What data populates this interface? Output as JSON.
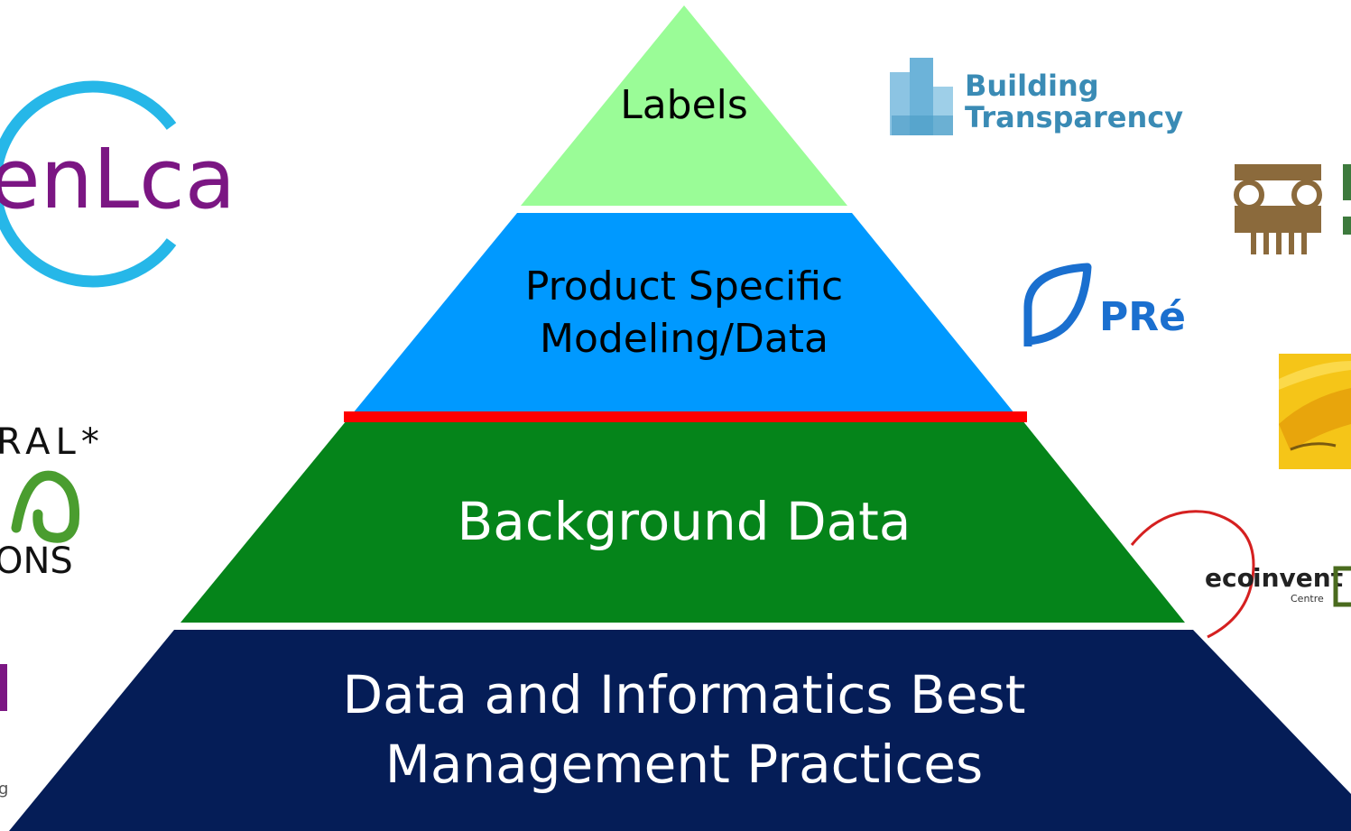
{
  "pyramid": {
    "tiers": [
      {
        "lines": [
          "Labels"
        ],
        "fill": "#9afc97",
        "text_color": "#000000"
      },
      {
        "lines": [
          "Product Specific",
          "Modeling/Data"
        ],
        "fill": "#0099ff",
        "text_color": "#000000"
      },
      {
        "lines": [
          "Background Data"
        ],
        "fill": "#05841a",
        "text_color": "#ffffff"
      },
      {
        "lines": [
          "Data and Informatics Best",
          "Management Practices"
        ],
        "fill": "#051d57",
        "text_color": "#ffffff"
      }
    ],
    "divider_color": "#ff0000"
  },
  "logos": {
    "openlca": {
      "text": "enLca",
      "text_color": "#7b1683",
      "ring_color": "#26b7e8"
    },
    "federal_lca": {
      "line1": "RAL*",
      "line3": "ONS",
      "mark_color": "#4a9d2f"
    },
    "magenta_fragment": {
      "color": "#7b1683"
    },
    "small_fragment": {
      "text": "g"
    },
    "building_transparency": {
      "line1": "Building",
      "line2": "Transparency",
      "text_color": "#3a8bb5",
      "icon_color": "#6cb3d9"
    },
    "pre": {
      "text": "PRé",
      "color": "#1a6fcf"
    },
    "column_logo": {
      "color": "#8b6a3c"
    },
    "sunflower": {
      "color": "#f5c518"
    },
    "ecoinvent": {
      "text": "eco",
      "text2": "invent",
      "sub": "Centre",
      "arc_color": "#d52020"
    }
  }
}
